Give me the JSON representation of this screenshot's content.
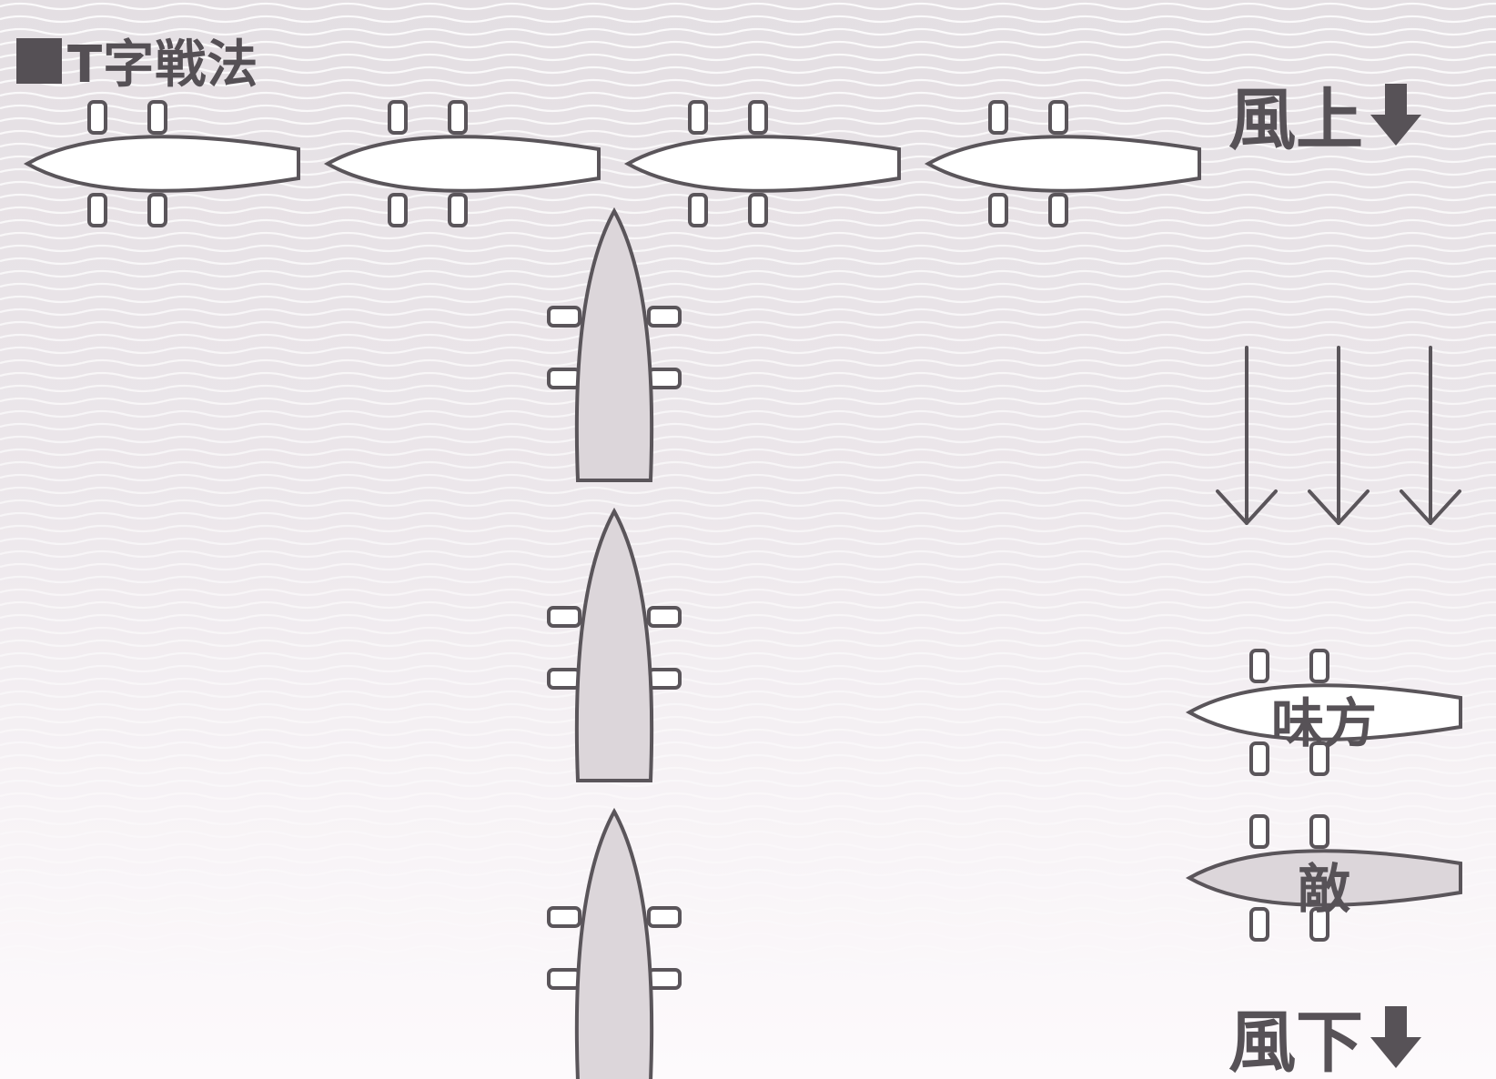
{
  "title": "T字戦法",
  "wind_up_label": "風上",
  "wind_down_label": "風下",
  "legend": {
    "ally_label": "味方",
    "enemy_label": "敵"
  },
  "colors": {
    "ink": "#5a555a",
    "ally_fill": "#ffffff",
    "enemy_fill": "#dcd6da",
    "wave": "#ffffff"
  },
  "icons": [
    "square-bullet-icon",
    "down-arrow-icon",
    "wind-arrow-icon",
    "ship-icon"
  ]
}
